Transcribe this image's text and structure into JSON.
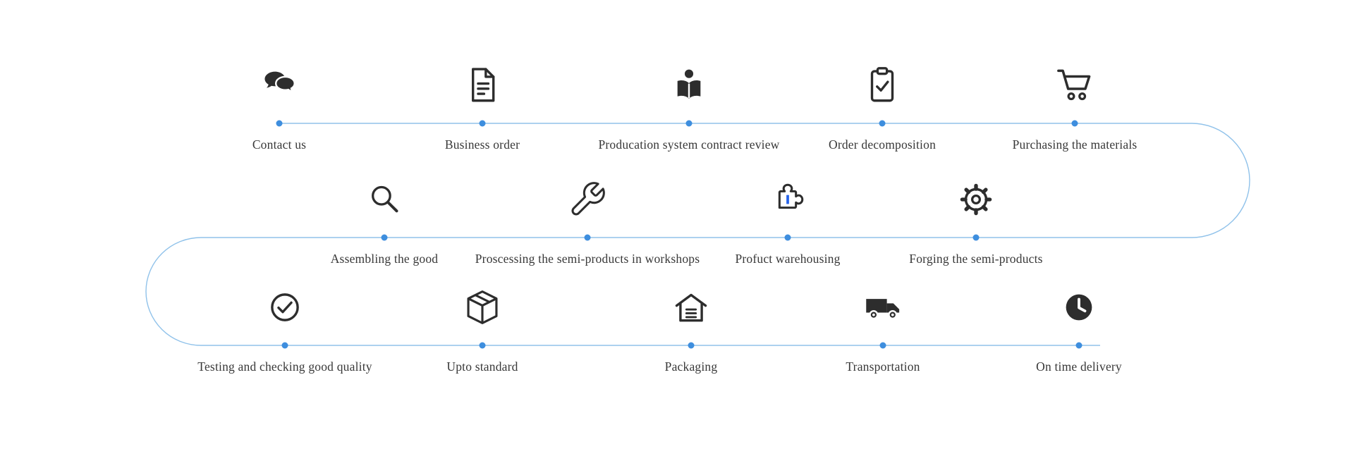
{
  "page": {
    "background": "#ffffff"
  },
  "colors": {
    "line": "#90c2ea",
    "dot": "#3e8ede",
    "icon": "#2d2d2d",
    "label": "#383838",
    "accent": "#2563eb"
  },
  "steps": [
    {
      "label": "Contact us",
      "icon": "chat-icon",
      "row": 1
    },
    {
      "label": "Business order",
      "icon": "document-icon",
      "row": 1
    },
    {
      "label": "Producation system contract review",
      "icon": "person-reading-icon",
      "row": 1
    },
    {
      "label": "Order decomposition",
      "icon": "clipboard-check-icon",
      "row": 1
    },
    {
      "label": "Purchasing the materials",
      "icon": "shopping-cart-icon",
      "row": 1
    },
    {
      "label": "Assembling the good",
      "icon": "magnifier-icon",
      "row": 2
    },
    {
      "label": "Proscessing the semi-products in workshops",
      "icon": "wrench-icon",
      "row": 2
    },
    {
      "label": "Profuct warehousing",
      "icon": "puzzle-icon",
      "row": 2
    },
    {
      "label": "Forging the semi-products",
      "icon": "gear-icon",
      "row": 2
    },
    {
      "label": "Testing and checking good quality",
      "icon": "check-circle-icon",
      "row": 3
    },
    {
      "label": "Upto standard",
      "icon": "package-box-icon",
      "row": 3
    },
    {
      "label": "Packaging",
      "icon": "warehouse-icon",
      "row": 3
    },
    {
      "label": "Transportation",
      "icon": "truck-icon",
      "row": 3
    },
    {
      "label": "On time delivery",
      "icon": "clock-icon",
      "row": 3
    }
  ]
}
